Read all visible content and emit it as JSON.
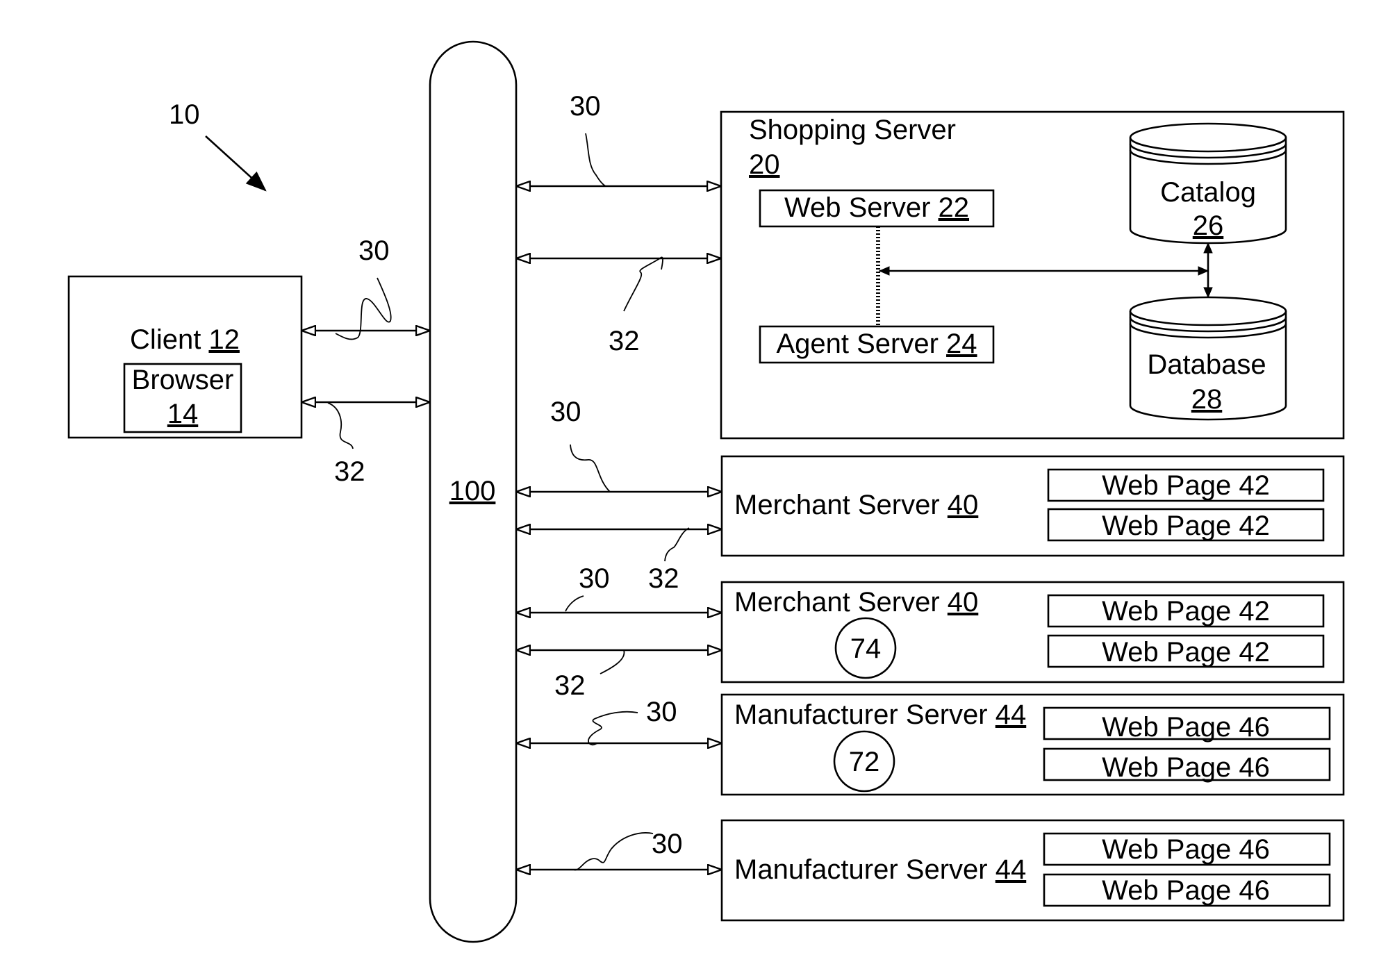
{
  "figure_ref": "10",
  "network": {
    "ref": "100"
  },
  "client": {
    "label": "Client",
    "ref": "12",
    "browser": {
      "label": "Browser",
      "ref": "14"
    }
  },
  "shopping_server": {
    "label": "Shopping Server",
    "ref": "20",
    "web_server": {
      "label": "Web Server",
      "ref": "22"
    },
    "agent_server": {
      "label": "Agent Server",
      "ref": "24"
    },
    "catalog": {
      "label": "Catalog",
      "ref": "26"
    },
    "database": {
      "label": "Database",
      "ref": "28"
    }
  },
  "merchant_servers": [
    {
      "label": "Merchant Server",
      "ref": "40",
      "pages": [
        "Web Page 42",
        "Web Page 42"
      ],
      "circle": ""
    },
    {
      "label": "Merchant Server",
      "ref": "40",
      "pages": [
        "Web Page 42",
        "Web Page 42"
      ],
      "circle": "74"
    }
  ],
  "manufacturer_servers": [
    {
      "label": "Manufacturer Server",
      "ref": "44",
      "pages": [
        "Web Page 46",
        "Web Page 46"
      ],
      "circle": "72"
    },
    {
      "label": "Manufacturer Server",
      "ref": "44",
      "pages": [
        "Web Page 46",
        "Web Page 46"
      ]
    }
  ],
  "link_labels": {
    "client_30": "30",
    "client_32": "32",
    "shop_30": "30",
    "shop_32": "32",
    "m1_30": "30",
    "m1_32": "32",
    "m2_30": "30",
    "m2_32": "32",
    "mf1_30": "30",
    "mf2_30": "30"
  }
}
